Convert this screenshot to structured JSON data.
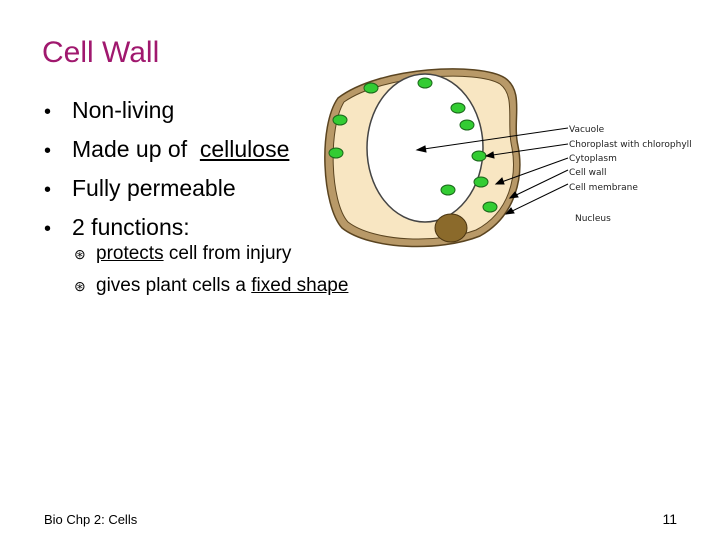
{
  "slide": {
    "title": "Cell Wall",
    "bullets": [
      {
        "text_before": "Non-living",
        "underlined": "",
        "text_after": ""
      },
      {
        "text_before": "Made up of ",
        "underlined": "cellulose",
        "text_after": ""
      },
      {
        "text_before": "Fully permeable",
        "underlined": "",
        "text_after": ""
      },
      {
        "text_before": "2 functions:",
        "underlined": "",
        "text_after": ""
      }
    ],
    "bullet_glyph": "•",
    "sub_bullets": [
      {
        "before": "",
        "underlined": "protects",
        "after": " cell from injury"
      },
      {
        "before": "gives plant cells a ",
        "underlined": "fixed shape",
        "after": ""
      }
    ],
    "sub_glyph": "⊛"
  },
  "diagram": {
    "labels": [
      "Vacuole",
      "Choroplast with chlorophyll",
      "Cytoplasm",
      "Cell wall",
      "Cell membrane",
      "Nucleus"
    ],
    "colors": {
      "cytoplasm": "#f8e6c2",
      "wall": "#b89968",
      "chloroplast": "#33cc33",
      "nucleus": "#8b6a2b",
      "vacuole": "#ffffff"
    }
  },
  "footer": {
    "left": "Bio Chp 2: Cells",
    "page_number": "11"
  }
}
